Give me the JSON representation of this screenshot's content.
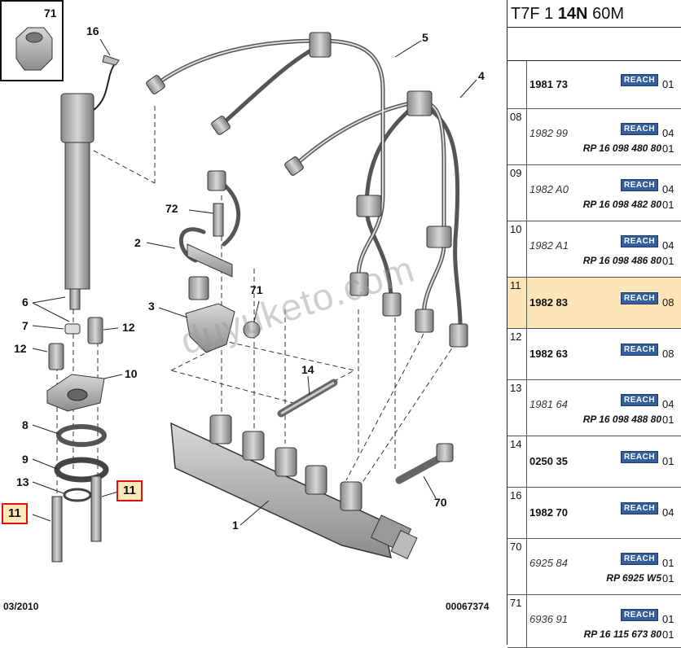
{
  "header": {
    "code_prefix": "T7F 1",
    "code_bold": "14N",
    "code_suffix": "60M"
  },
  "diagram": {
    "inset_label": "71",
    "callouts": [
      "16",
      "5",
      "4",
      "72",
      "2",
      "71",
      "3",
      "6",
      "7",
      "12",
      "12",
      "10",
      "14",
      "8",
      "9",
      "13",
      "11",
      "11",
      "1",
      "70"
    ],
    "watermark": "duyuketo.com",
    "footer_date": "03/2010",
    "footer_ref": "00067374"
  },
  "parts": [
    {
      "index": "",
      "ref": "1981 73",
      "style": "bold",
      "badge": "REACH",
      "qty": "01",
      "qty2": "",
      "rp": ""
    },
    {
      "index": "08",
      "ref": "1982 99",
      "style": "italic",
      "badge": "REACH",
      "qty": "04",
      "qty2": "01",
      "rp": "RP 16 098 480 80"
    },
    {
      "index": "09",
      "ref": "1982 A0",
      "style": "italic",
      "badge": "REACH",
      "qty": "04",
      "qty2": "01",
      "rp": "RP 16 098 482 80"
    },
    {
      "index": "10",
      "ref": "1982 A1",
      "style": "italic",
      "badge": "REACH",
      "qty": "04",
      "qty2": "01",
      "rp": "RP 16 098 486 80"
    },
    {
      "index": "11",
      "ref": "1982 83",
      "style": "bold",
      "badge": "REACH",
      "qty": "08",
      "qty2": "",
      "rp": "",
      "selected": true
    },
    {
      "index": "12",
      "ref": "1982 63",
      "style": "bold",
      "badge": "REACH",
      "qty": "08",
      "qty2": "",
      "rp": ""
    },
    {
      "index": "13",
      "ref": "1981 64",
      "style": "italic",
      "badge": "REACH",
      "qty": "04",
      "qty2": "01",
      "rp": "RP 16 098 488 80"
    },
    {
      "index": "14",
      "ref": "0250 35",
      "style": "bold",
      "badge": "REACH",
      "qty": "01",
      "qty2": "",
      "rp": ""
    },
    {
      "index": "16",
      "ref": "1982 70",
      "style": "bold",
      "badge": "REACH",
      "qty": "04",
      "qty2": "",
      "rp": ""
    },
    {
      "index": "70",
      "ref": "6925 84",
      "style": "italic",
      "badge": "REACH",
      "qty": "01",
      "qty2": "01",
      "rp": "RP 6925 W5"
    },
    {
      "index": "71",
      "ref": "6936 91",
      "style": "italic",
      "badge": "REACH",
      "qty": "01",
      "qty2": "01",
      "rp": "RP 16 115 673 80"
    }
  ]
}
